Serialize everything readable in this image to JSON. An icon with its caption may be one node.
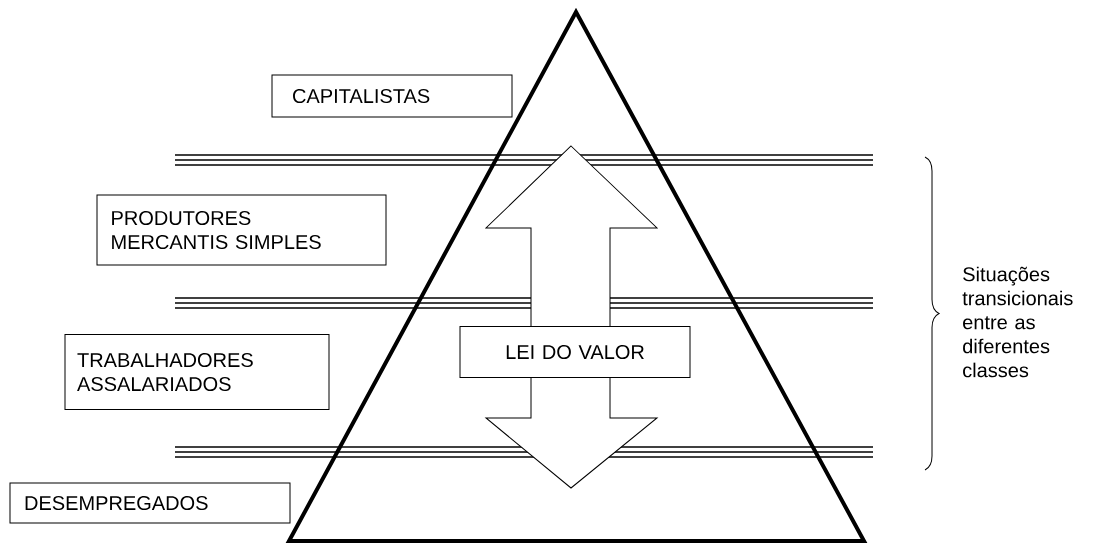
{
  "diagram": {
    "nodes": [
      {
        "text": [
          "CAPITALISTAS"
        ]
      },
      {
        "text": [
          "PRODUTORES MERCANTIS SIMPLES"
        ]
      },
      {
        "text": [
          "TRABALHADORES ASSALARIADOS"
        ]
      },
      {
        "text": [
          "DESEMPREGADOS"
        ]
      },
      {
        "text": [
          "LEI DO VALOR"
        ]
      }
    ],
    "labels": [
      "Situações transicionais entre as diferentes classes"
    ]
  }
}
